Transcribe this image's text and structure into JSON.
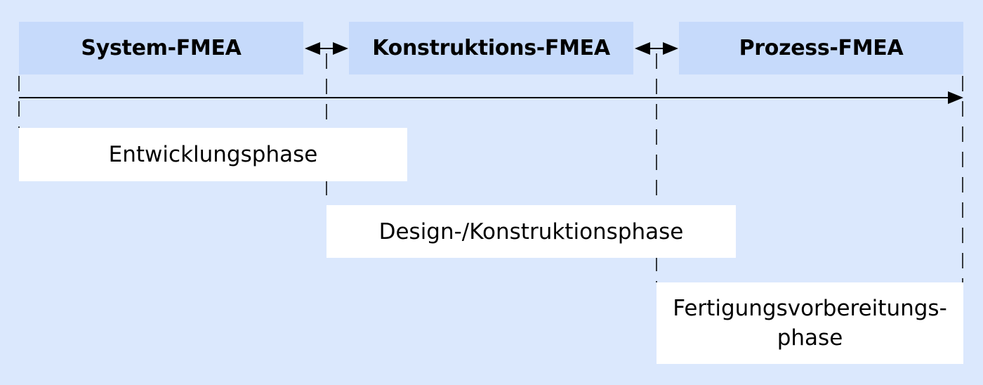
{
  "fmea_types": [
    {
      "label": "System-FMEA"
    },
    {
      "label": "Konstruktions-FMEA"
    },
    {
      "label": "Prozess-FMEA"
    }
  ],
  "phases": [
    {
      "label": "Entwicklungsphase"
    },
    {
      "label": "Design-/Konstruktionsphase"
    },
    {
      "label_line1": "Fertigungsvorbereitungs-",
      "label_line2": "phase"
    }
  ],
  "colors": {
    "background": "#dbe8fd",
    "fmea_box": "#c6dafb",
    "phase_box": "#ffffff",
    "line": "#000000"
  }
}
